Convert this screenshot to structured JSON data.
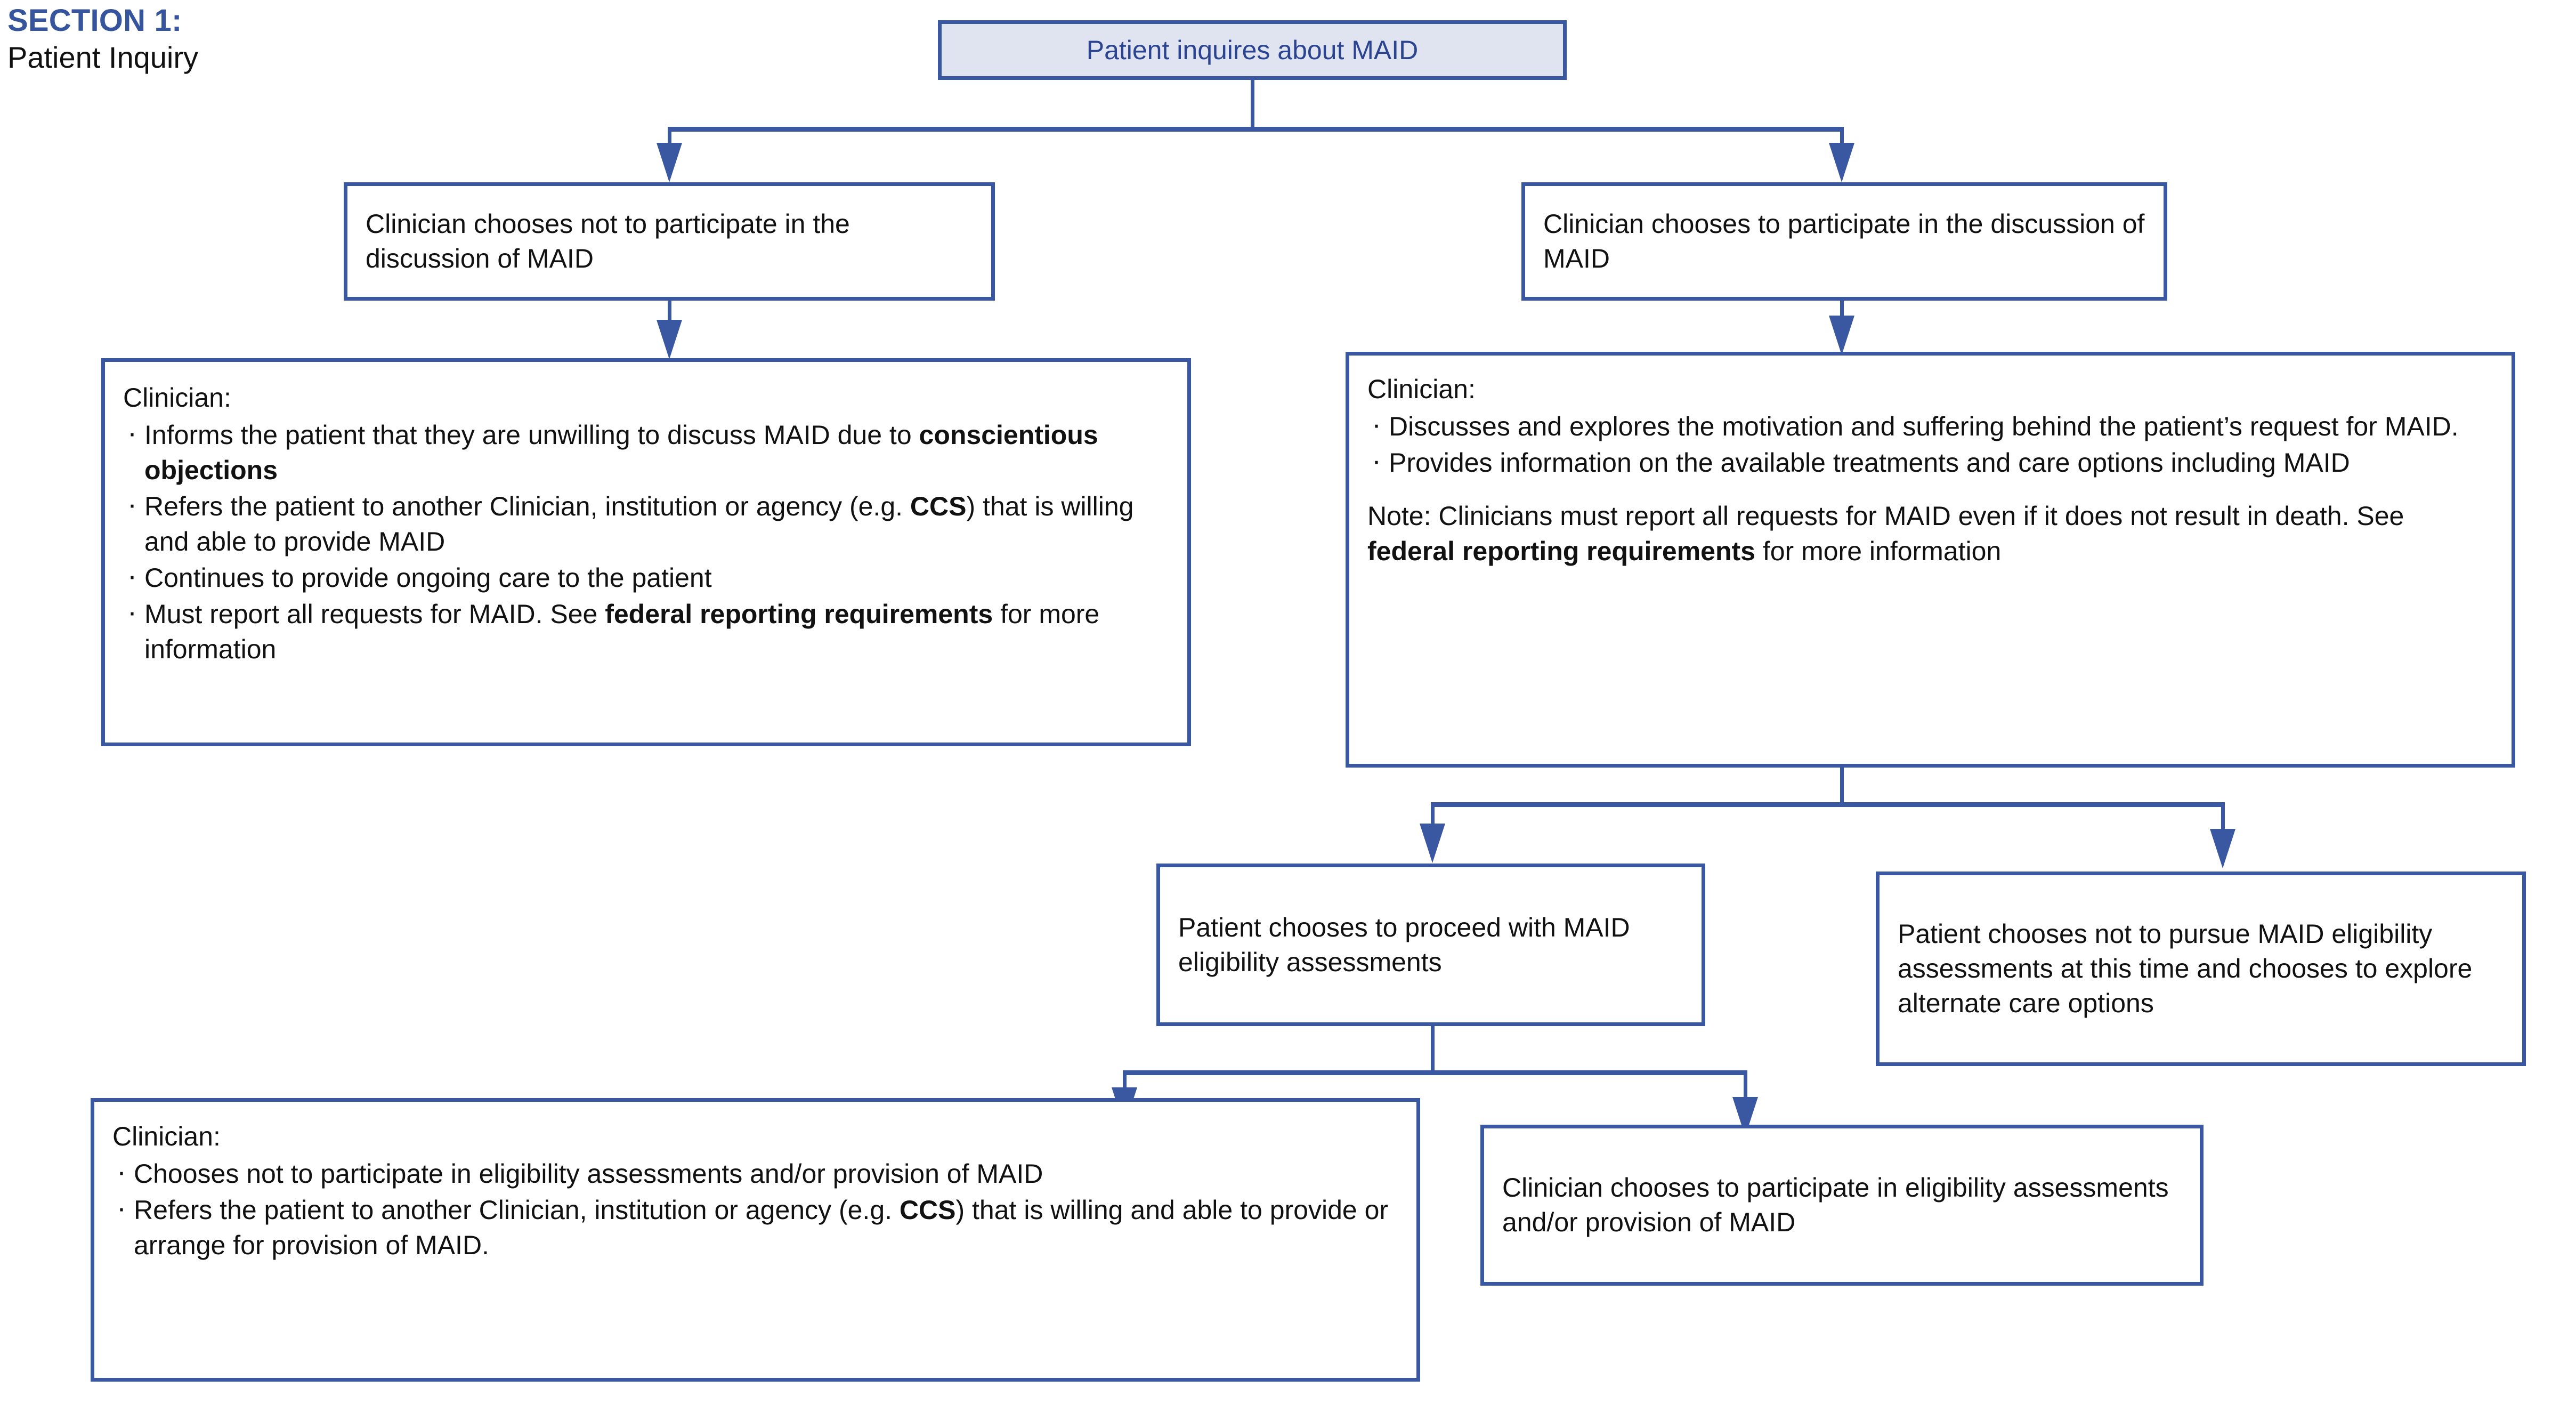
{
  "section": {
    "kicker": "SECTION 1:",
    "title": "Patient Inquiry"
  },
  "palette": {
    "border_blue": "#3A57A2",
    "header_blue": "#36559C",
    "root_fill": "#E0E3F0",
    "root_text": "#2B4490",
    "body_text": "#111111"
  },
  "nodes": {
    "root": {
      "label": "Patient inquires about MAID"
    },
    "branch_left": {
      "label": "Clinician chooses not to participate in the discussion of MAID"
    },
    "branch_right": {
      "label": "Clinician chooses to participate in the discussion of MAID"
    },
    "left_detail": {
      "lead": "Clinician:",
      "bullets": [
        {
          "pre": "Informs the patient that they are unwilling to discuss MAID due to ",
          "bold": "conscientious objections",
          "post": ""
        },
        {
          "pre": "Refers the patient to another Clinician, institution or agency (e.g. ",
          "bold": "CCS",
          "post": ") that is willing and able to provide MAID"
        },
        {
          "pre": "Continues to provide ongoing care to the patient",
          "bold": "",
          "post": ""
        },
        {
          "pre": "Must report all requests for MAID. See ",
          "bold": "federal reporting requirements",
          "post": " for more information"
        }
      ]
    },
    "right_detail": {
      "lead": "Clinician:",
      "bullets": [
        {
          "pre": "Discusses and explores the motivation and suffering behind the patient’s request for MAID.",
          "bold": "",
          "post": ""
        },
        {
          "pre": "Provides information on the available treatments and care options including MAID",
          "bold": "",
          "post": ""
        }
      ],
      "note": {
        "pre": "Note: Clinicians must report all requests for MAID even if it does not result in death. See ",
        "bold": "federal reporting requirements",
        "post": " for more information"
      }
    },
    "proceed": {
      "label": "Patient chooses to proceed with MAID eligibility assessments"
    },
    "not_pursue": {
      "label": "Patient chooses not to pursue MAID eligibility assessments at this time and chooses to explore alternate care options"
    },
    "bottom_left": {
      "lead": "Clinician:",
      "bullets": [
        {
          "pre": "Chooses not to participate in eligibility assessments and/or provision of MAID",
          "bold": "",
          "post": ""
        },
        {
          "pre": "Refers the patient to another Clinician, institution or agency (e.g. ",
          "bold": "CCS",
          "post": ") that is willing and able to provide or arrange for provision of MAID."
        }
      ]
    },
    "bottom_right": {
      "label": "Clinician chooses to participate in eligibility assessments and/or provision of MAID"
    }
  }
}
